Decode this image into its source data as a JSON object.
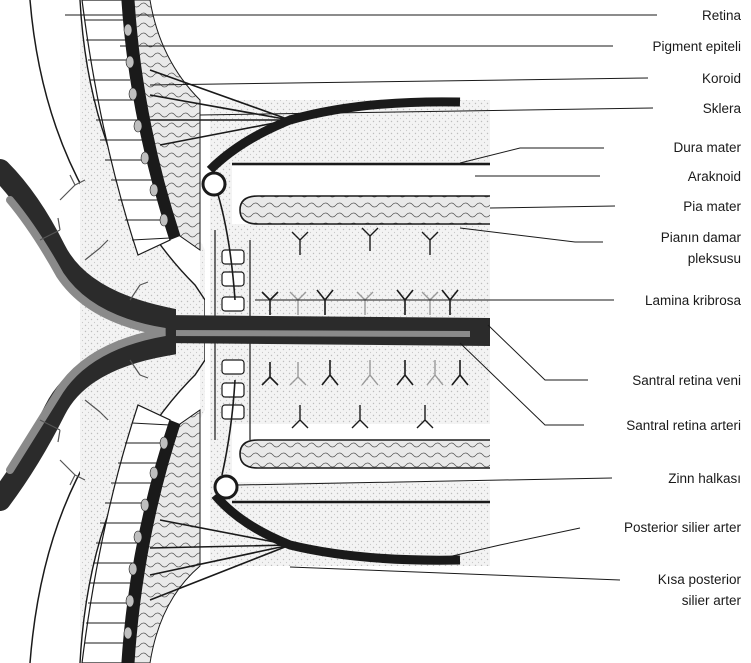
{
  "labels": {
    "retina": "Retina",
    "pigment": "Pigment epiteli",
    "koroid": "Koroid",
    "sklera": "Sklera",
    "dura": "Dura mater",
    "araknoid": "Araknoid",
    "pia": "Pia mater",
    "pleksus_1": "Pianın damar",
    "pleksus_2": "pleksusu",
    "lamina": "Lamina kribrosa",
    "ven": "Santral retina veni",
    "arter": "Santral retina arteri",
    "zinn": "Zinn halkası",
    "psa": "Posterior silier arter",
    "kpsa_1": "Kısa posterior",
    "kpsa_2": "silier arter"
  },
  "colors": {
    "ink": "#1a1a1a",
    "dark_vessel": "#2b2b2b",
    "grey_vessel": "#8a8a8a",
    "stipple": "#efefef"
  }
}
